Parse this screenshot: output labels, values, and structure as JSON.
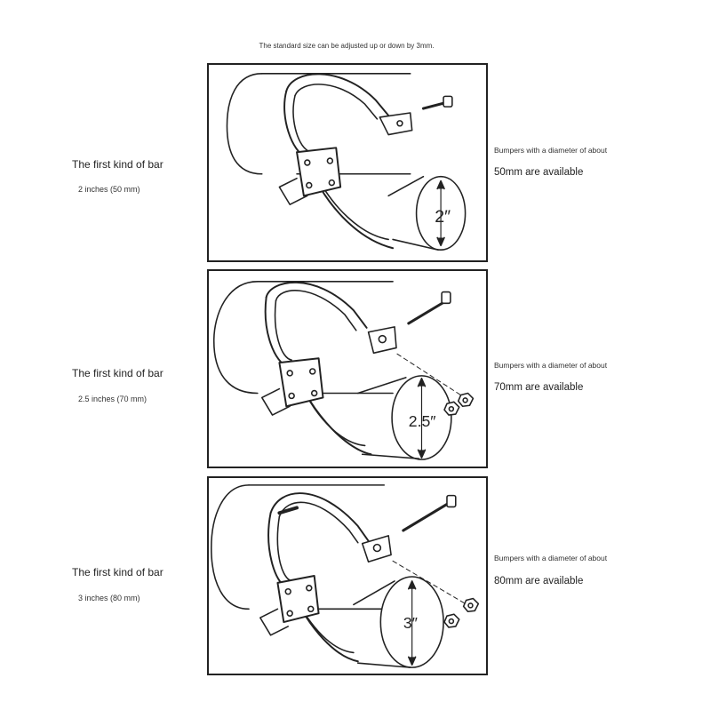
{
  "note": "The standard size can be adjusted up or down by 3mm.",
  "rows": [
    {
      "title": "The first kind of bar",
      "size": "2 inches (50 mm)",
      "caption": "Bumpers with a diameter of about",
      "available": "50mm are available",
      "dimension": "2″"
    },
    {
      "title": "The first kind of bar",
      "size": "2.5 inches (70 mm)",
      "caption": "Bumpers with a diameter of about",
      "available": "70mm are available",
      "dimension": "2.5″"
    },
    {
      "title": "The first kind of bar",
      "size": "3 inches (80 mm)",
      "caption": "Bumpers with a diameter of about",
      "available": "80mm are available",
      "dimension": "3″"
    }
  ]
}
